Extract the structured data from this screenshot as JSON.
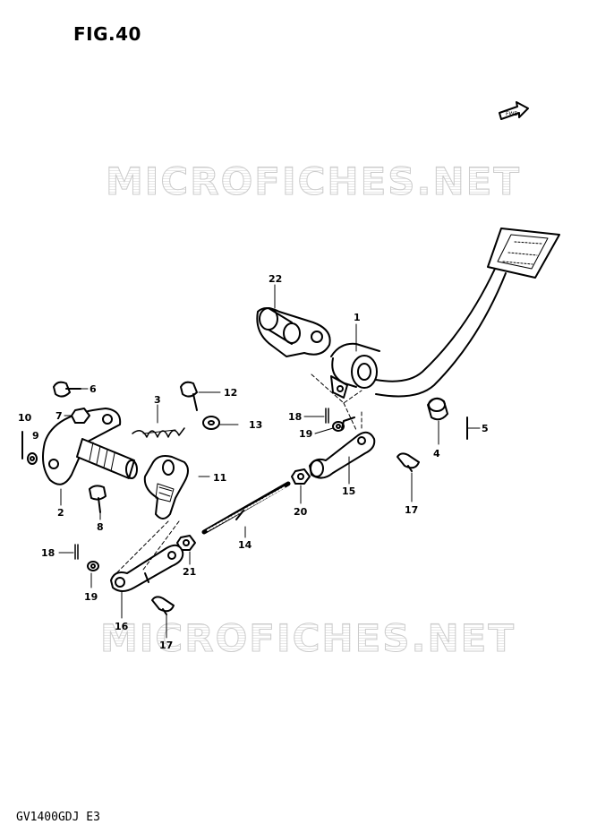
{
  "figure": {
    "title": "FIG.40",
    "model_code": "GV1400GDJ  E3",
    "watermark": "MICROFICHES.NET",
    "fwd_arrow_label": "FWD"
  },
  "callouts": {
    "c1": "1",
    "c2": "2",
    "c3": "3",
    "c4": "4",
    "c5": "5",
    "c6": "6",
    "c7": "7",
    "c8": "8",
    "c9": "9",
    "c10": "10",
    "c11": "11",
    "c12": "12",
    "c13": "13",
    "c14": "14",
    "c15": "15",
    "c16": "16",
    "c17a": "17",
    "c17b": "17",
    "c18a": "18",
    "c18b": "18",
    "c19a": "19",
    "c19b": "19",
    "c20": "20",
    "c21": "21",
    "c22": "22"
  },
  "colors": {
    "line": "#000000",
    "background": "#ffffff",
    "watermark": "#c9c9c9"
  }
}
